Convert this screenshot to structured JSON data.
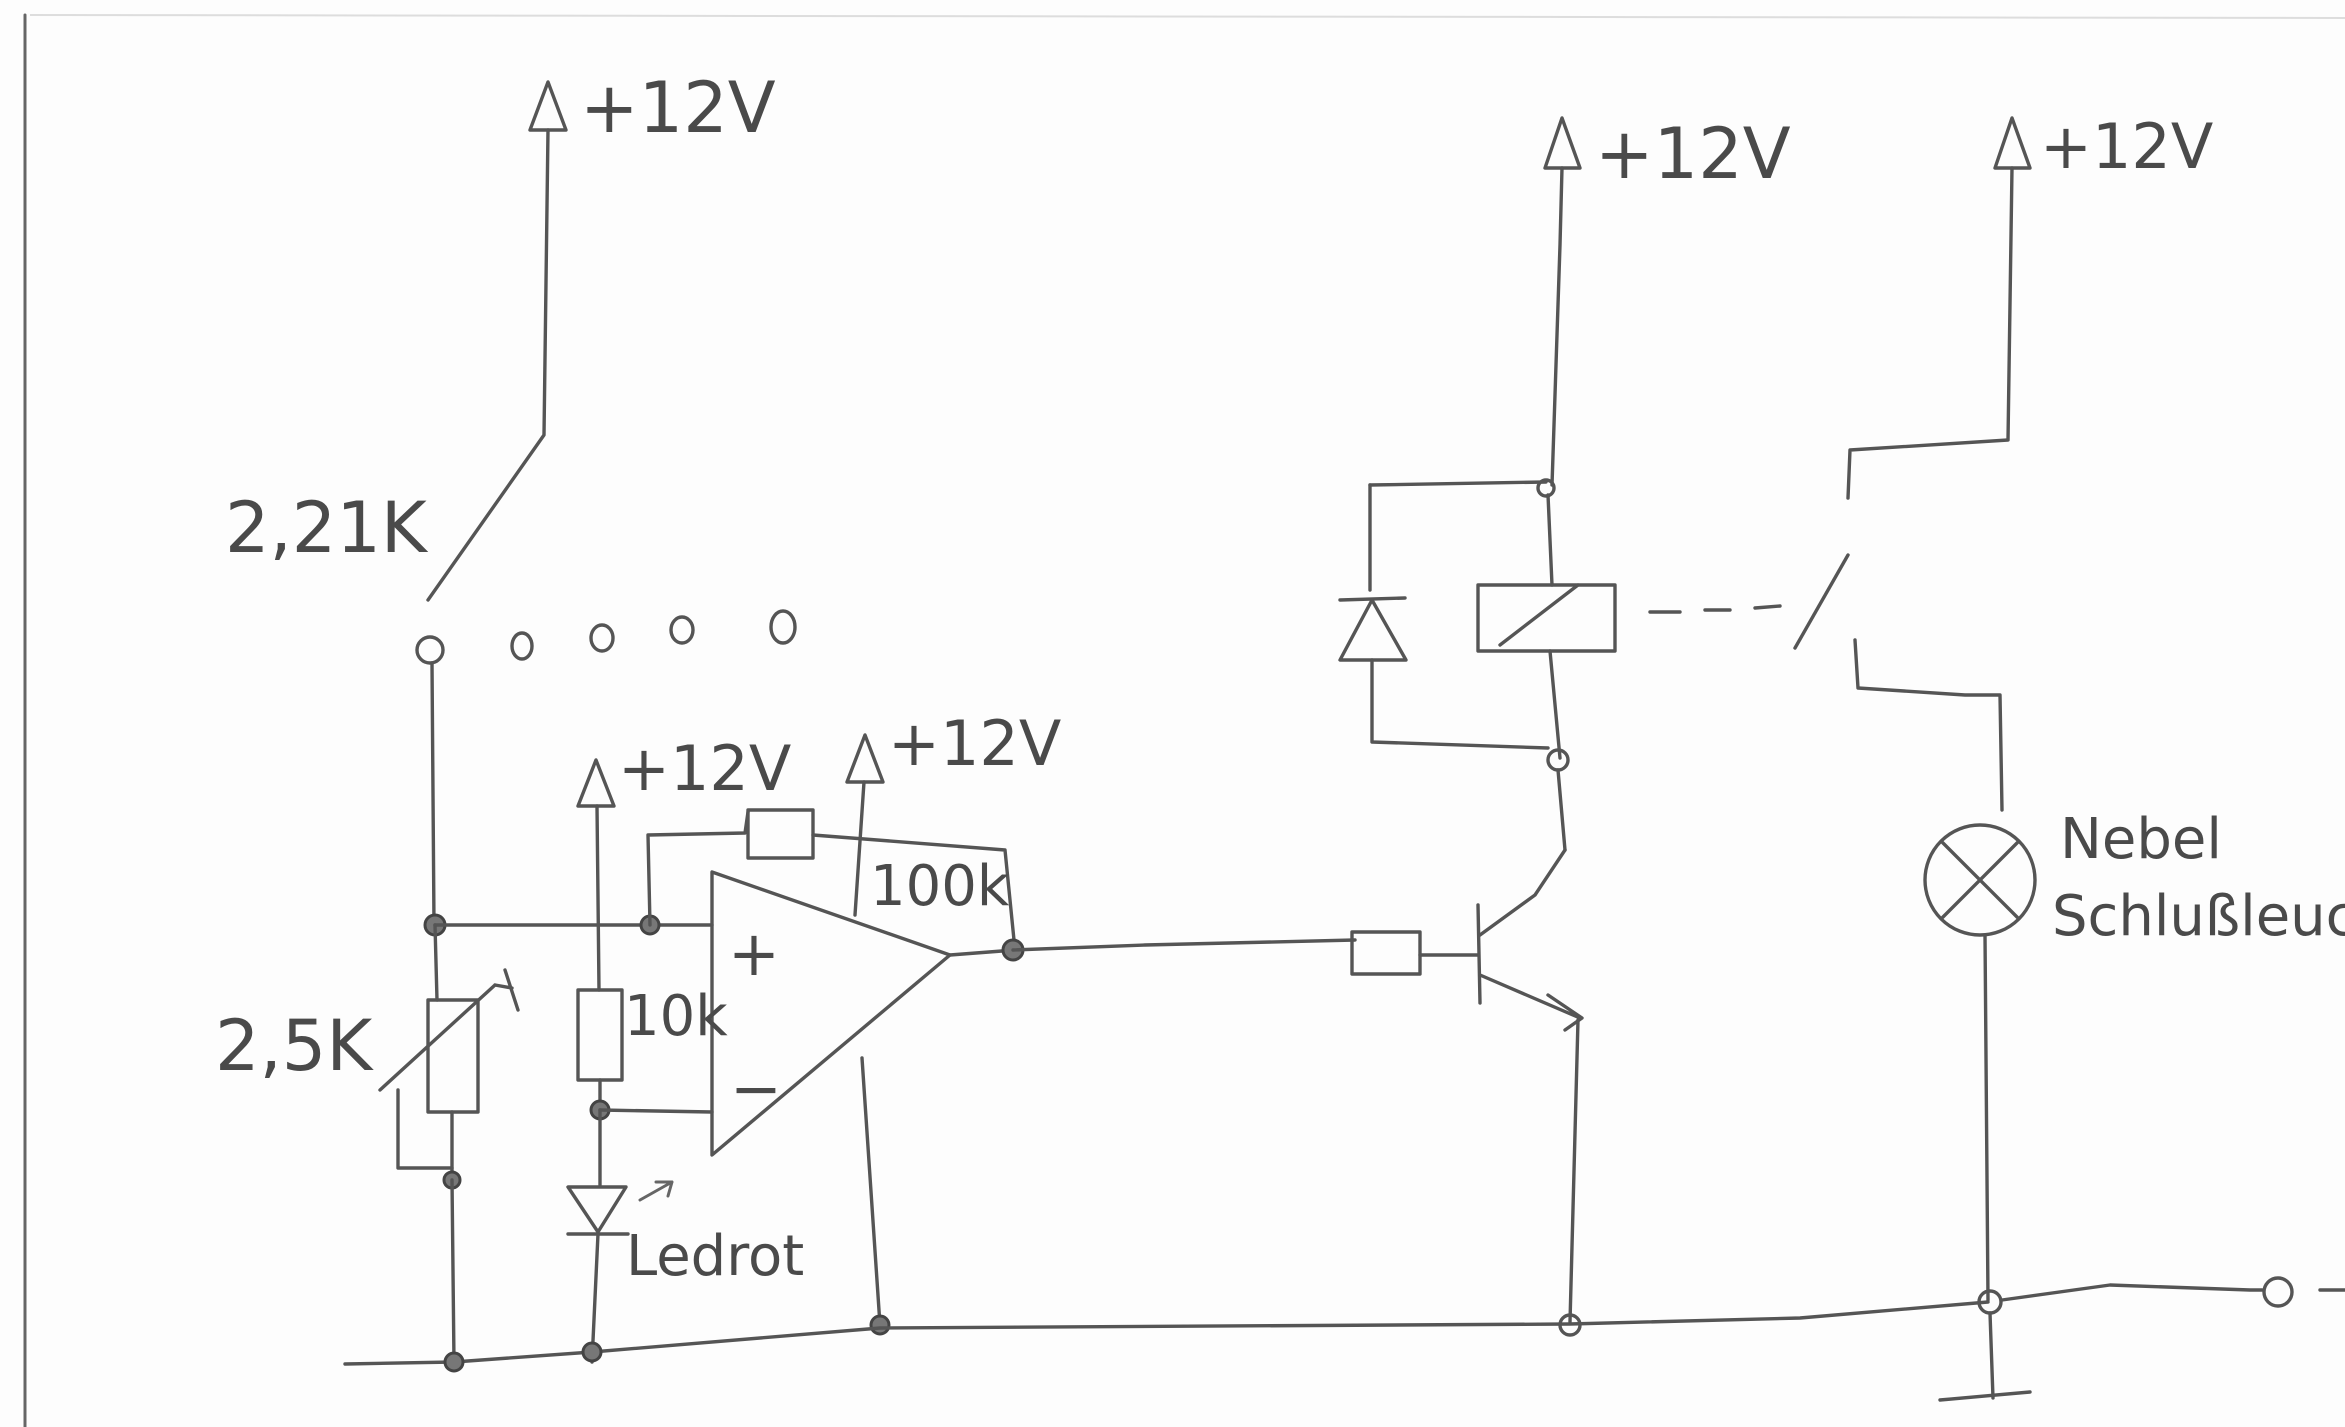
{
  "supply_labels": {
    "switch_top": "+12V",
    "opamp_bias": "+12V",
    "opamp_supply": "+12V",
    "relay_coil": "+12V",
    "relay_contact": "+12V"
  },
  "components": {
    "switch_resistor": "2,21K",
    "ntc_resistor": "2,5K",
    "bias_resistor": "10k",
    "feedback_resistor": "100k",
    "led": "Ledrot",
    "lamp_line1": "Nebel",
    "lamp_line2": "Schlußleuch",
    "opamp_plus": "+",
    "opamp_minus": "−"
  }
}
